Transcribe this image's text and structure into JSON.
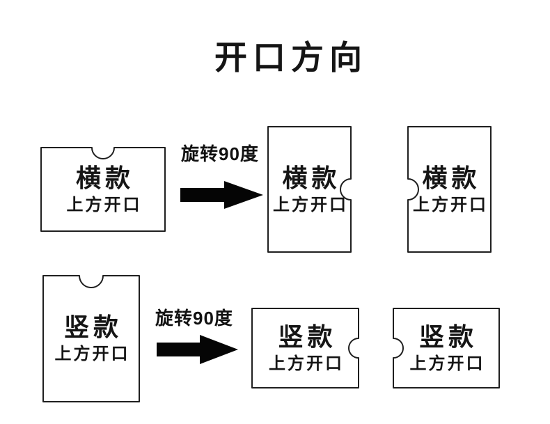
{
  "page_title": "开口方向",
  "rows": {
    "horizontal": {
      "source_label": "横款",
      "source_sublabel": "上方开口",
      "arrow_label": "旋转90度",
      "right_notch_label": "横款",
      "right_notch_sublabel": "上方开口",
      "left_notch_label": "横款",
      "left_notch_sublabel": "上方开口"
    },
    "vertical": {
      "source_label": "竖款",
      "source_sublabel": "上方开口",
      "arrow_label": "旋转90度",
      "right_notch_label": "竖款",
      "right_notch_sublabel": "上方开口",
      "left_notch_label": "竖款",
      "left_notch_sublabel": "上方开口"
    }
  },
  "colors": {
    "background": "#ffffff",
    "outline": "#1f1f1f",
    "text": "#151515",
    "arrow": "#050505"
  }
}
